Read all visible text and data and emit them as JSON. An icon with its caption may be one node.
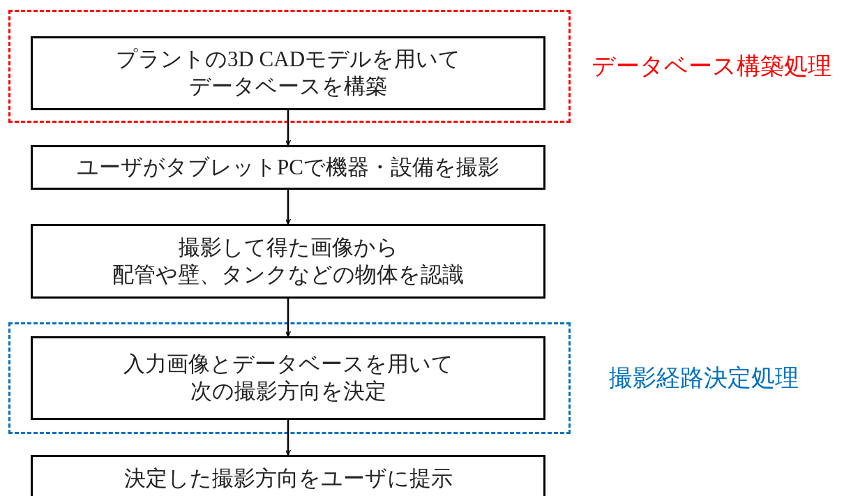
{
  "diagram": {
    "nodes": [
      {
        "text": [
          "データベース構築処理"
        ]
      },
      {
        "text": [
          "プラントの3D CADモデルを用いてデータベースを構築"
        ],
        "in": 0
      },
      {
        "text": [
          "ユーザがタブレットPCで機器・設備を撮影"
        ]
      },
      {
        "text": [
          "撮影して得た画像から配管や壁、タンクなどの物体を認識"
        ]
      },
      {
        "text": [
          "撮影経路決定処理"
        ]
      },
      {
        "text": [
          "入力画像とデータベースを用いて次の撮影方向を決定"
        ],
        "in": 4
      },
      {
        "text": [
          "決定した撮影方向をユーザに提示"
        ]
      }
    ],
    "edges": [
      {
        "from": 1,
        "to": 2,
        "arrow": "to"
      },
      {
        "from": 2,
        "to": 3,
        "arrow": "to"
      },
      {
        "from": 3,
        "to": 5,
        "arrow": "to"
      },
      {
        "from": 5,
        "to": 6,
        "arrow": "to"
      }
    ]
  }
}
